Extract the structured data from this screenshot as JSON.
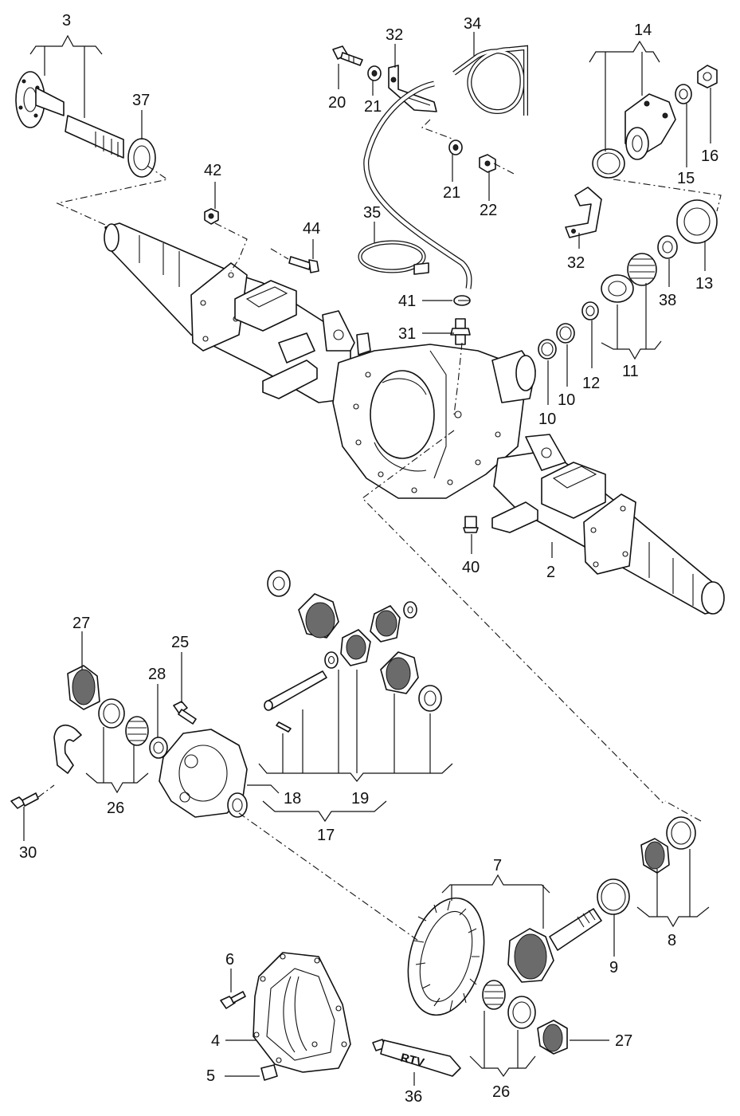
{
  "callouts": {
    "n2": "2",
    "n3": "3",
    "n4": "4",
    "n5": "5",
    "n6": "6",
    "n7": "7",
    "n8": "8",
    "n9": "9",
    "n10a": "10",
    "n10b": "10",
    "n11": "11",
    "n12": "12",
    "n13": "13",
    "n14": "14",
    "n15": "15",
    "n16": "16",
    "n17": "17",
    "n18": "18",
    "n19": "19",
    "n20": "20",
    "n21a": "21",
    "n21b": "21",
    "n22": "22",
    "n25": "25",
    "n26a": "26",
    "n26b": "26",
    "n27a": "27",
    "n27b": "27",
    "n28": "28",
    "n30": "30",
    "n31": "31",
    "n32a": "32",
    "n32b": "32",
    "n34": "34",
    "n35": "35",
    "n36": "36",
    "n37": "37",
    "n38": "38",
    "n40": "40",
    "n41": "41",
    "n42": "42",
    "n44": "44"
  },
  "tube_label": "RTV"
}
